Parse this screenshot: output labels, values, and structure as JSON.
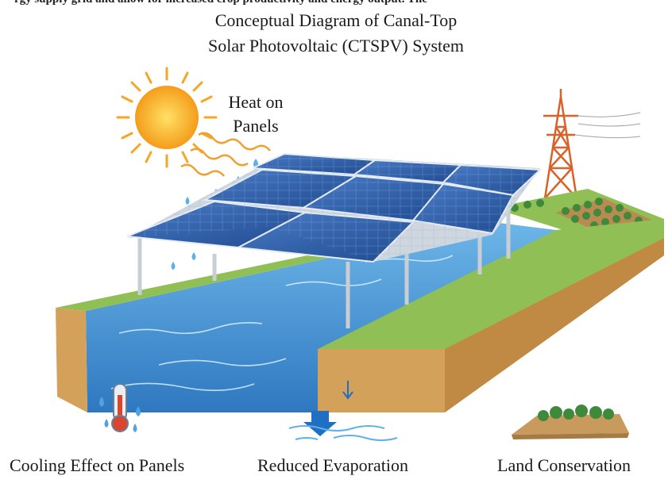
{
  "top_clipped_text": "rgy supply grid and allow for increased crop productivity and energy output. The",
  "title_line1": "Conceptual Diagram of Canal-Top",
  "title_line2": "Solar Photovoltaic (CTSPV) System",
  "heat_label_line1": "Heat on",
  "heat_label_line2": "Panels",
  "benefits": [
    {
      "label": "Cooling Effect on Panels",
      "icon": "thermometer-icon"
    },
    {
      "label": "Reduced Evaporation",
      "icon": "evaporation-icon"
    },
    {
      "label": "Land Conservation",
      "icon": "land-plants-icon"
    }
  ],
  "colors": {
    "panel": "#2f5fa8",
    "water": "#3f8fd0",
    "soil": "#d9a85a",
    "grass": "#7fb04a",
    "sun": "#f7b52a",
    "tower": "#d9622b"
  }
}
